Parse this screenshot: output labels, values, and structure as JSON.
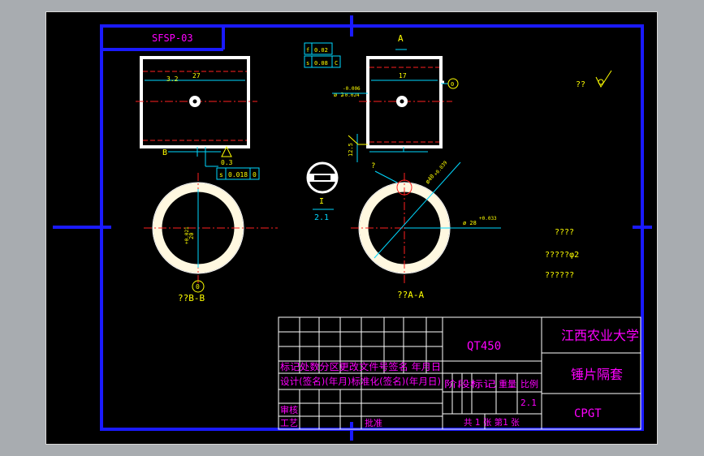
{
  "drawing": {
    "code": "SFSP-03",
    "roughness_symbol": "??",
    "views": {
      "section_a_letter": "A",
      "section_b_letter": "B",
      "section_label_aa": "??A-A",
      "section_label_bb": "??B-B",
      "detail_label": "I",
      "detail_scale": "2.1"
    },
    "dimensions": {
      "left_width": "27",
      "left_chamfer": "3.2",
      "right_width": "17",
      "left_small": "0.3",
      "left_hole_dia": "20",
      "left_hole_tol": "+0.021",
      "right_bore_tol_upper": "-0.006",
      "right_bore_dia": "ø 2",
      "right_bore_tol_lower": "-0.024",
      "right_height": "12.5",
      "right_outer_dia": "ø 28",
      "right_outer_tol": "+0.033",
      "right_diag_dia": "ø40",
      "right_diag_tol": "+0.039",
      "right_leader_q": "?",
      "datum_b": "B",
      "datum_circle": "0",
      "datum_c": "C"
    },
    "tolerance_frames": {
      "flatness_sym": "f",
      "flatness_val": "0.02",
      "runout_sym": "s",
      "runout_val": "0.08",
      "runout_datum": "C",
      "left_sym": "s",
      "left_val": "0.018",
      "left_datum": "0"
    },
    "notes": {
      "line1": "????",
      "line2": "?????φ2",
      "line3": "??????"
    }
  },
  "title_block": {
    "material": "QT450",
    "school": "江西农业大学",
    "part_name": "锤片隔套",
    "drawing_no": "CPGT",
    "scale_value": "2.1",
    "row_revision": "标记处数分区更改文件号签名 年月日",
    "row_design": "设计(签名)(年月)标准化(签名)(年月日)",
    "stage_label": "阶段标记",
    "weight_label": "重量",
    "scale_label": "比例",
    "review_label": "审核",
    "process_label": "工艺",
    "approve_label": "批准",
    "sheet_info": "共 1 张 第1 张"
  },
  "colors": {
    "frame": "#1a1aff",
    "part": "#ffffff",
    "dimension": "#00d8ff",
    "centerline": "#ff2020",
    "annotation": "#ffff00",
    "table_text": "#ff00ff",
    "grid": "#ffffff"
  }
}
